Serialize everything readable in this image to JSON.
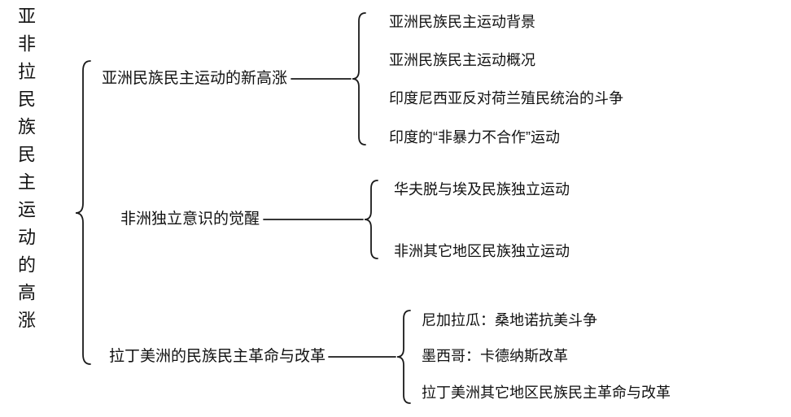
{
  "diagram": {
    "root": "亚非拉民族民主运动的高涨",
    "branches": [
      {
        "label": "亚洲民族民主运动的新高涨",
        "children": [
          "亚洲民族民主运动背景",
          "亚洲民族民主运动概况",
          "印度尼西亚反对荷兰殖民统治的斗争",
          "印度的“非暴力不合作”运动"
        ]
      },
      {
        "label": "非洲独立意识的觉醒",
        "children": [
          "华夫脱与埃及民族独立运动",
          "非洲其它地区民族独立运动"
        ]
      },
      {
        "label": "拉丁美洲的民族民主革命与改革",
        "children": [
          "尼加拉瓜：桑地诺抗美斗争",
          "墨西哥：卡德纳斯改革",
          "拉丁美洲其它地区民族民主革命与改革"
        ]
      }
    ],
    "colors": {
      "text": "#111111",
      "line": "#1a1a1a",
      "background": "#ffffff"
    }
  }
}
